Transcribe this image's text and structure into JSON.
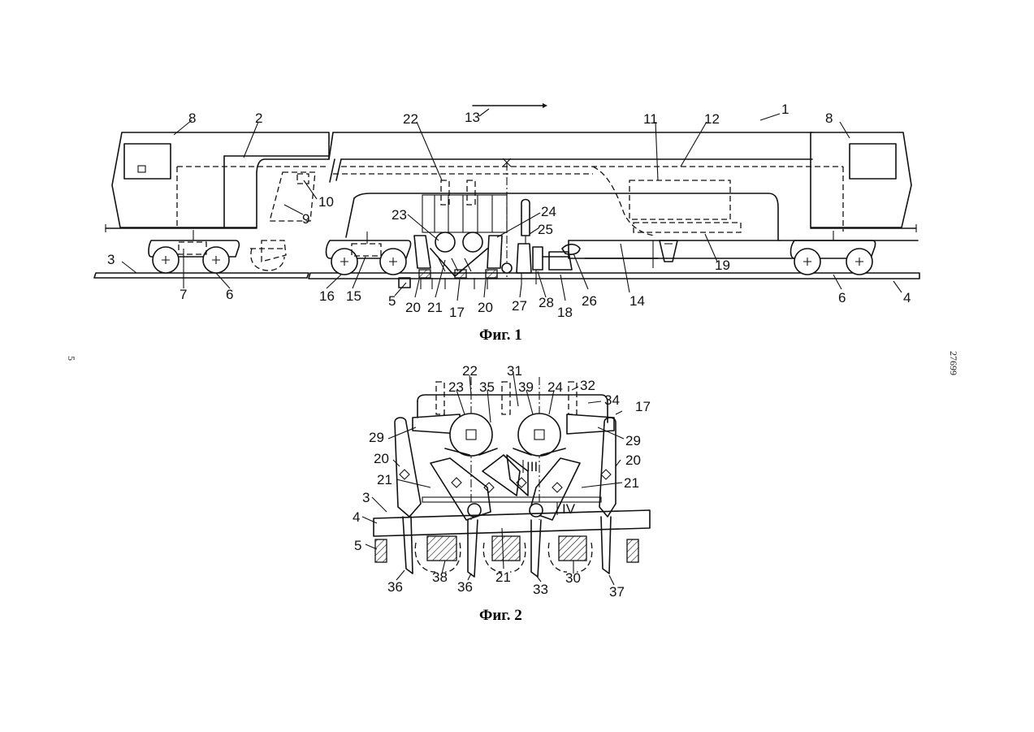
{
  "figure1": {
    "caption": "Фиг. 1",
    "labels": [
      "1",
      "2",
      "3",
      "4",
      "5",
      "6",
      "6",
      "7",
      "8",
      "8",
      "9",
      "10",
      "11",
      "12",
      "13",
      "14",
      "15",
      "16",
      "17",
      "18",
      "19",
      "20",
      "20",
      "21",
      "22",
      "23",
      "24",
      "25",
      "26",
      "27",
      "28"
    ]
  },
  "figure2": {
    "caption": "Фиг. 2",
    "labels": [
      "3",
      "4",
      "5",
      "17",
      "20",
      "20",
      "21",
      "21",
      "21",
      "22",
      "23",
      "24",
      "29",
      "29",
      "30",
      "31",
      "32",
      "33",
      "34",
      "35",
      "36",
      "36",
      "37",
      "38",
      "39",
      "III",
      "IV"
    ]
  },
  "side_text": {
    "left": "5",
    "right": "27699"
  }
}
